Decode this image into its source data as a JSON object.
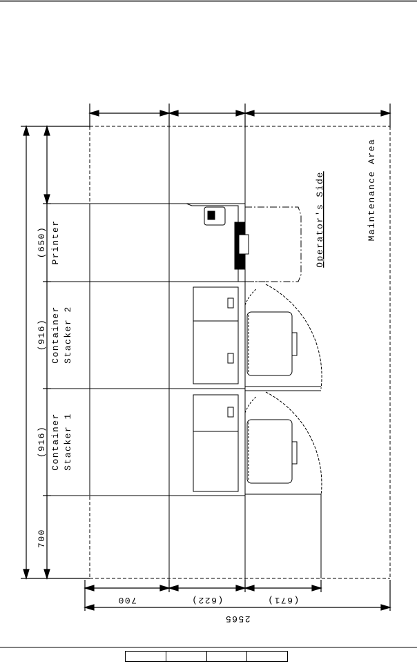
{
  "dimensions": {
    "horizontal_segments": [
      "700",
      "(916)",
      "(916)",
      "(650)"
    ],
    "vertical_segments": [
      "700",
      "(622)",
      "(671)"
    ],
    "total": "2565"
  },
  "labels": {
    "printer": "Printer",
    "stacker1_line1": "Container",
    "stacker1_line2": "Stacker 1",
    "stacker2_line1": "Container",
    "stacker2_line2": "Stacker 2",
    "operators_side": "Operator's Side",
    "maintenance_area": "Maintenance Area"
  },
  "footer": {
    "cells": 4
  }
}
